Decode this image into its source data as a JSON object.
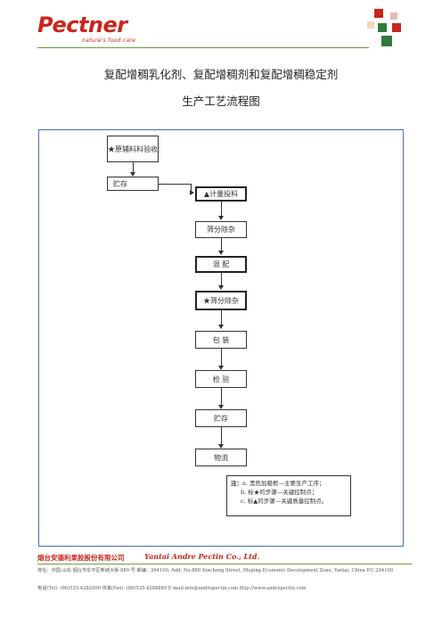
{
  "header": {
    "logo_text": "Pectner",
    "logo_tagline": "nature's food care",
    "title_line1": "复配增稠乳化剂、复配增稠剂和复配增稠稳定剂",
    "title_line2": "生产工艺流程图",
    "accent_red": "#c8261e",
    "accent_green": "#6aa33a"
  },
  "flow": {
    "receive": "★原辅料料验收",
    "store1": "贮存",
    "weigh": "▲计量投料",
    "sieve1": "筛分除杂",
    "mix": "混 配",
    "sieve2": "★筛分除杂",
    "pack": "包 装",
    "inspect": "检 验",
    "store2": "贮存",
    "logistics": "物流"
  },
  "notes": {
    "label": "注：",
    "a": "a. 黑色加粗框—主要生产工序；",
    "b": "b. 标★的步骤—关键控制点；",
    "c": "c. 标▲的步骤—关键质量控制点。"
  },
  "footer": {
    "company_cn": "烟台安德利果胶股份有限公司",
    "company_en": "Yantai Andre Pectin Co., Ltd.",
    "address": "地址：中国.山东.烟台市牟平区新城大街 889 号  邮编：264100.    Add: No.889  Xincheng Street, Muping Economic Development Zone,  Yantai, China  P.C:264100",
    "contact": "电话(Tel): (86)535-4282000  传真(Fax): (86)535-4288889   E-mail:info@andrepectin.com  http://www.andrepectin.com"
  }
}
